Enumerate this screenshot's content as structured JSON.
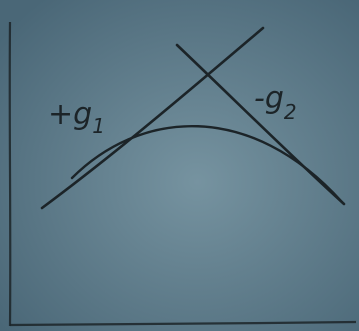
{
  "labels": {
    "left_grade": "+g",
    "left_subscript": "1",
    "right_grade": "-g",
    "right_subscript": "2"
  },
  "colors": {
    "paper": "#4f6e7e",
    "paper_light": "#6f8c99",
    "ink": "#1c2428"
  }
}
